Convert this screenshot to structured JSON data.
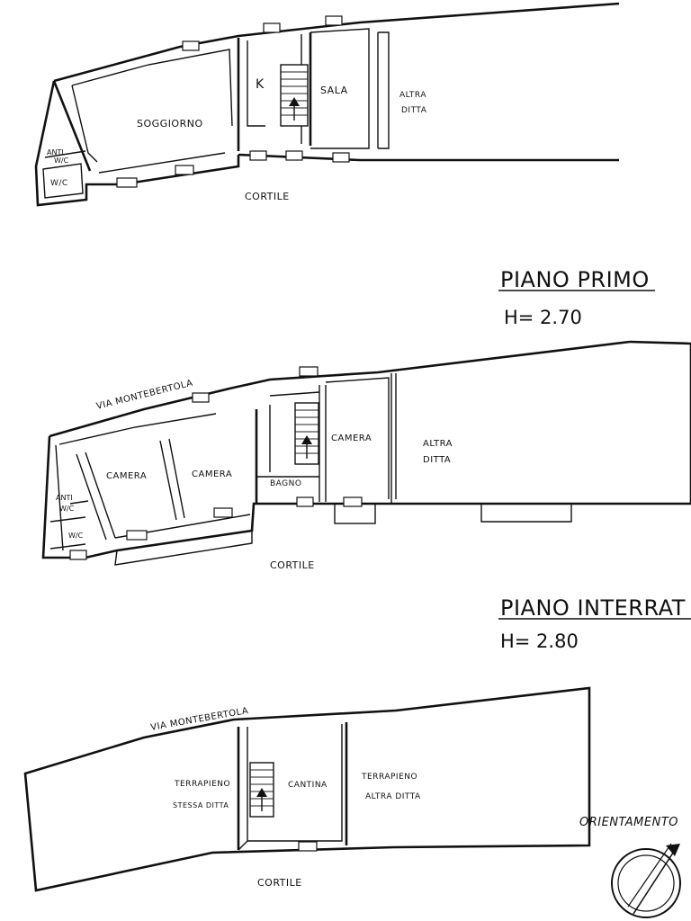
{
  "ground_floor": {
    "rooms": {
      "soggiorno": "SOGGIORNO",
      "kitchen": "K",
      "sala": "SALA",
      "altra_ditta_1": "ALTRA",
      "altra_ditta_2": "DITTA",
      "anti_wc_1": "ANTI",
      "anti_wc_2": "W/C",
      "wc": "W/C"
    },
    "courtyard": "CORTILE"
  },
  "first_floor": {
    "heading": "PIANO PRIMO",
    "height": "H= 2.70",
    "street": "VIA MONTEBERTOLA",
    "rooms": {
      "camera_1": "CAMERA",
      "camera_2": "CAMERA",
      "camera_3": "CAMERA",
      "bagno": "BAGNO",
      "altra_ditta_1": "ALTRA",
      "altra_ditta_2": "DITTA",
      "anti_wc_1": "ANTI",
      "anti_wc_2": "W/C",
      "wc": "W/C"
    },
    "courtyard": "CORTILE"
  },
  "basement": {
    "heading": "PIANO INTERRAT",
    "height": "H= 2.80",
    "street": "VIA MONTEBERTOLA",
    "rooms": {
      "terrapieno_left_1": "TERRAPIENO",
      "terrapieno_left_2": "STESSA DITTA",
      "cantina": "CANTINA",
      "terrapieno_right_1": "TERRAPIENO",
      "terrapieno_right_2": "ALTRA DITTA"
    },
    "courtyard": "CORTILE"
  },
  "orientation_label": "ORIENTAMENTO",
  "icons": {
    "compass": "north-arrow-icon",
    "stairs": "stairs-icon"
  }
}
